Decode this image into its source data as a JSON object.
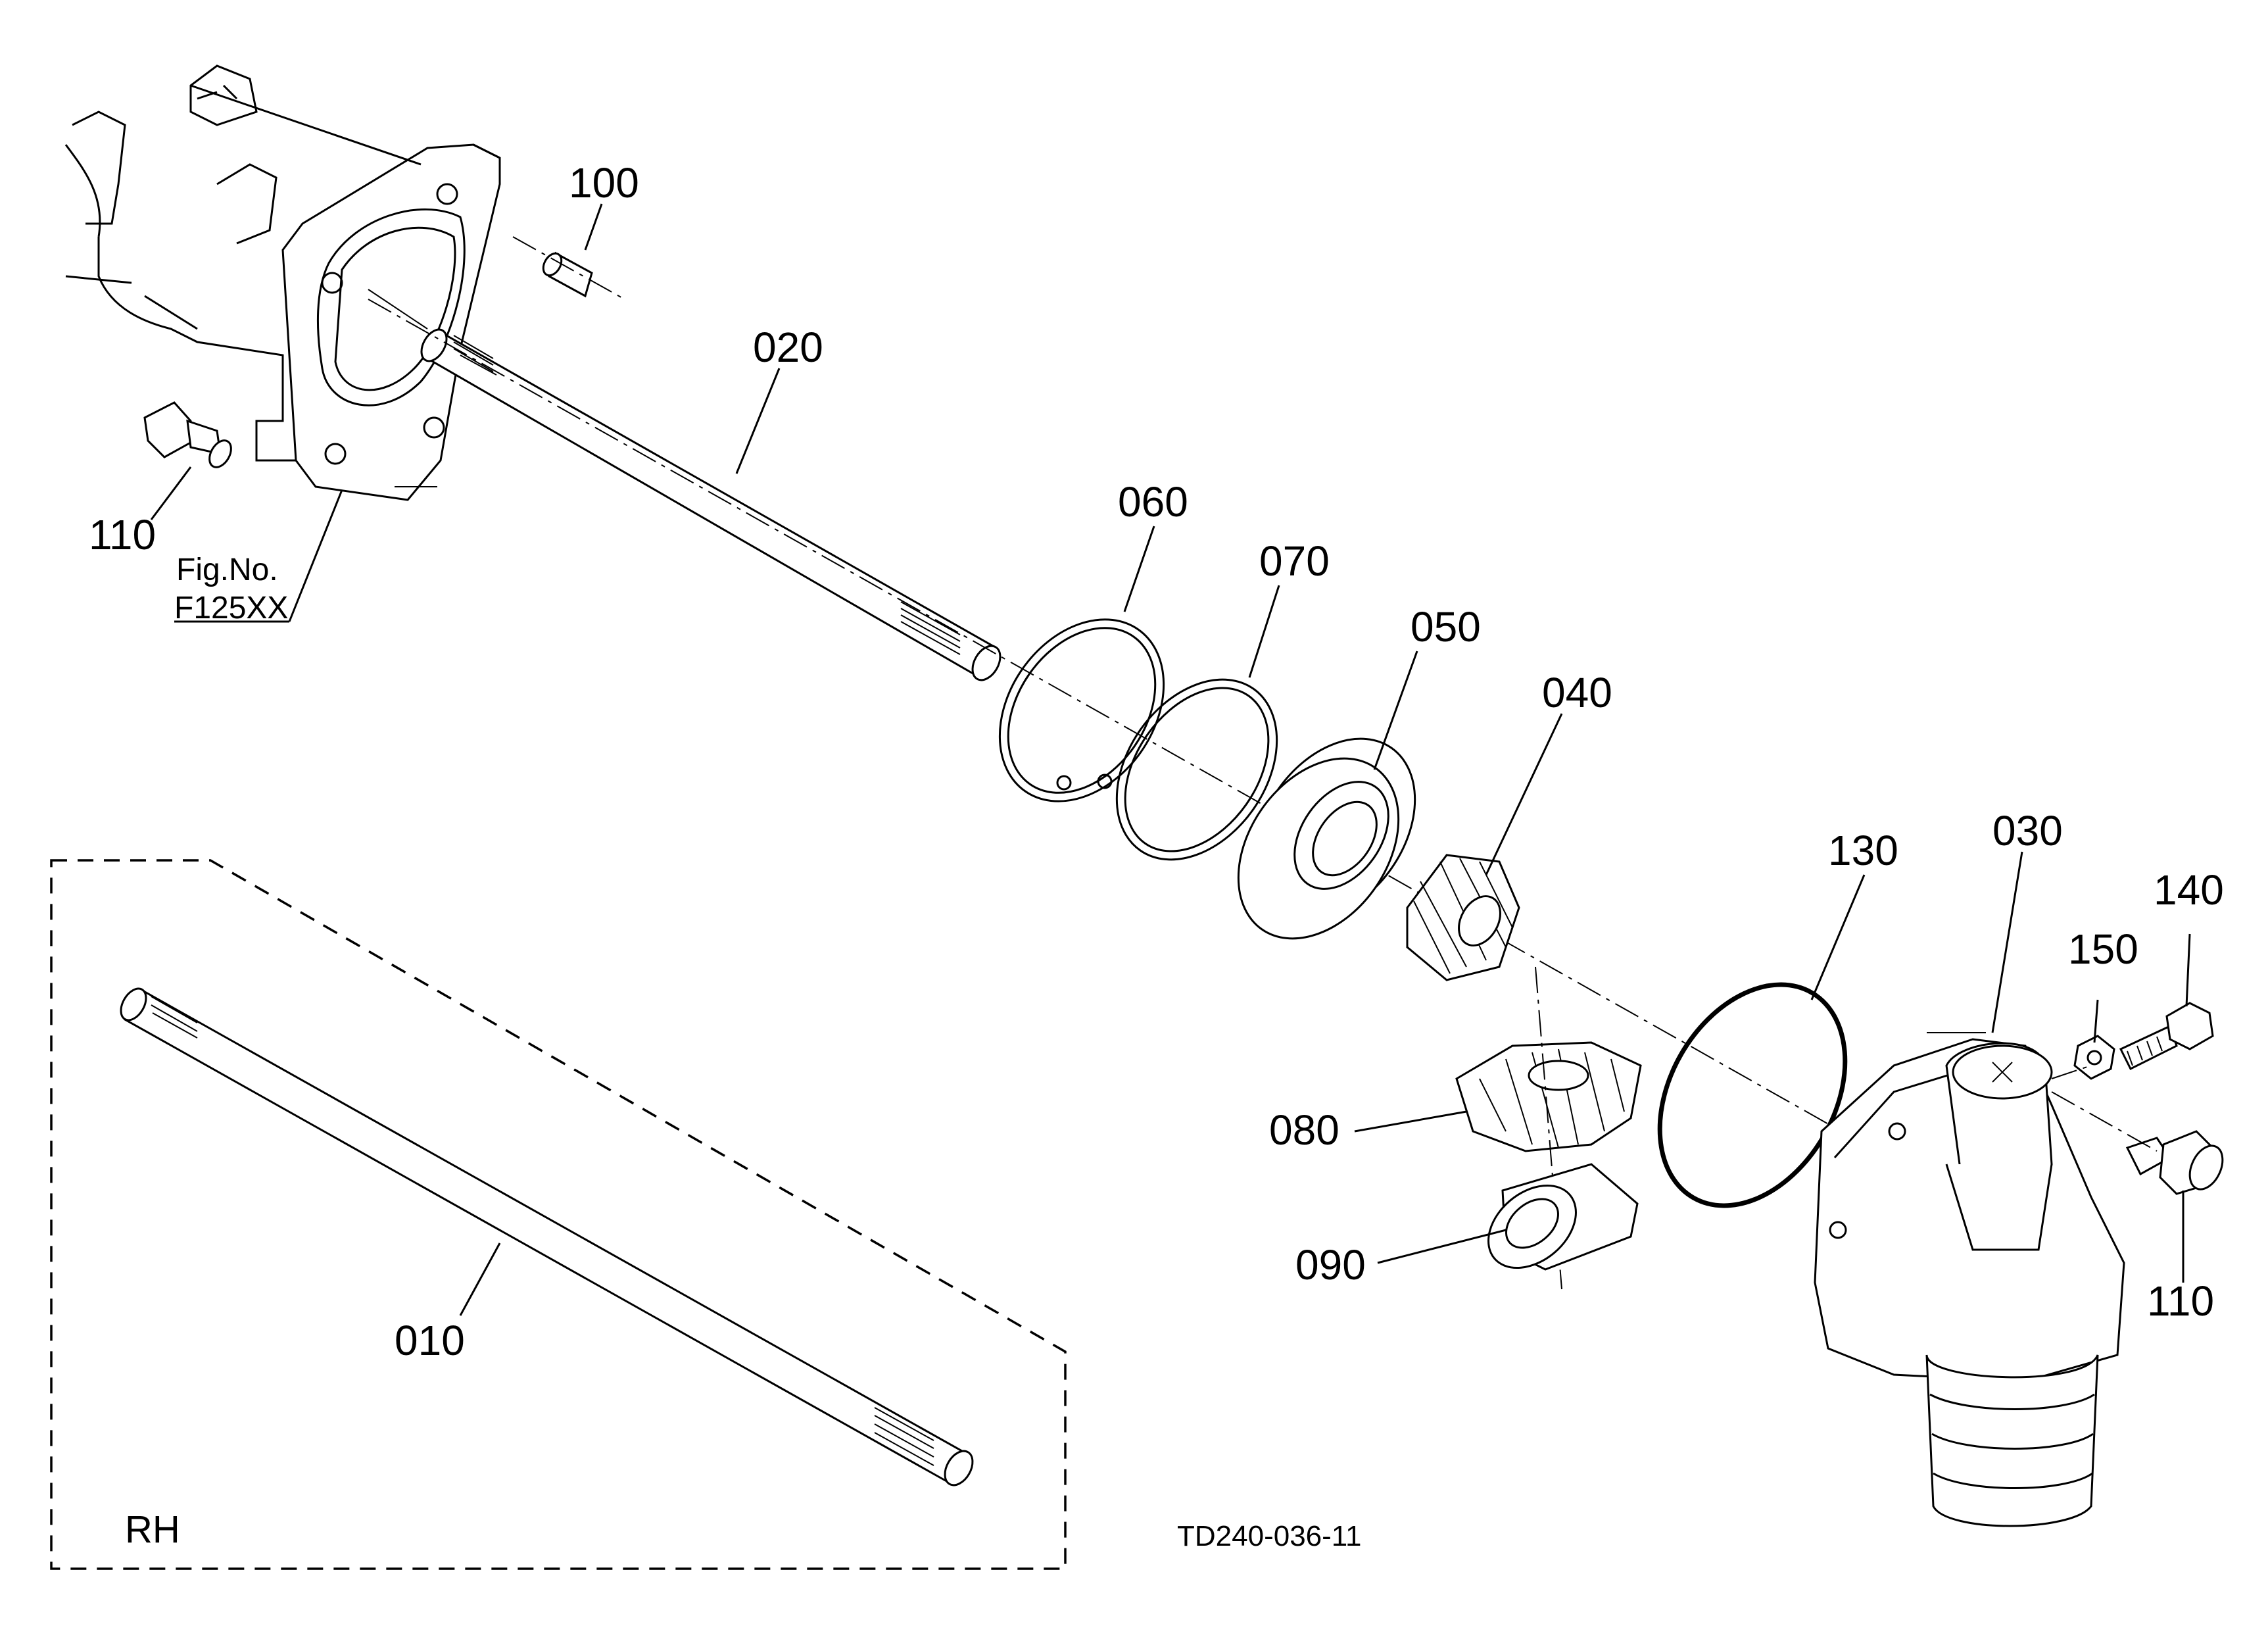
{
  "figure": {
    "fig_ref_line1": "Fig.No.",
    "fig_ref_line2": "F125XX",
    "drawing_code": "TD240-036-11",
    "variant_label": "RH"
  },
  "parts": [
    {
      "id": "p010",
      "number": "010"
    },
    {
      "id": "p020",
      "number": "020"
    },
    {
      "id": "p030",
      "number": "030"
    },
    {
      "id": "p040",
      "number": "040"
    },
    {
      "id": "p050",
      "number": "050"
    },
    {
      "id": "p060",
      "number": "060"
    },
    {
      "id": "p070",
      "number": "070"
    },
    {
      "id": "p080",
      "number": "080"
    },
    {
      "id": "p090",
      "number": "090"
    },
    {
      "id": "p100",
      "number": "100"
    },
    {
      "id": "p110a",
      "number": "110"
    },
    {
      "id": "p110b",
      "number": "110"
    },
    {
      "id": "p130",
      "number": "130"
    },
    {
      "id": "p140",
      "number": "140"
    },
    {
      "id": "p150",
      "number": "150"
    }
  ]
}
